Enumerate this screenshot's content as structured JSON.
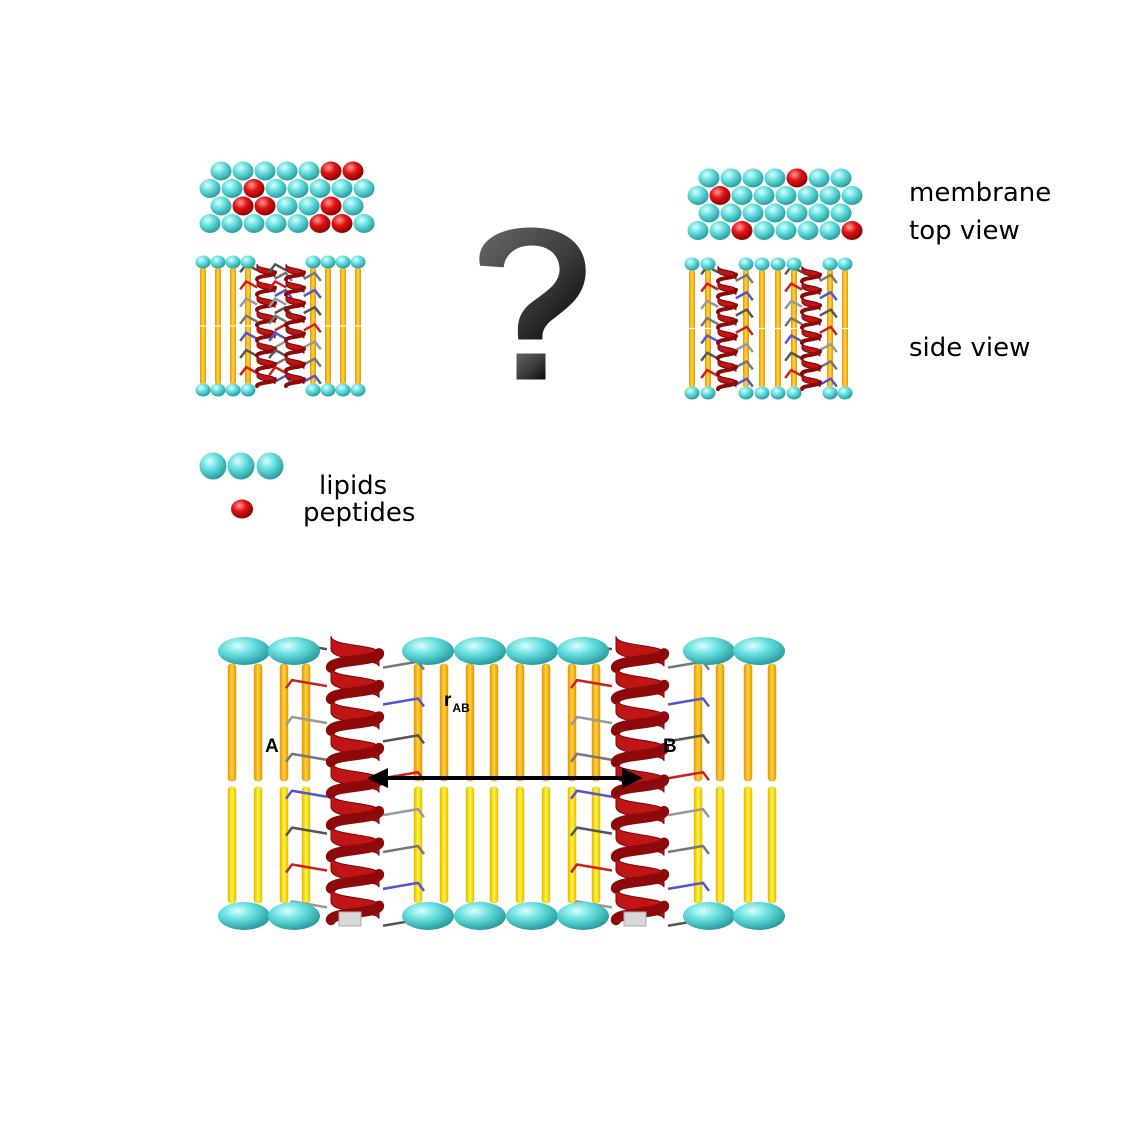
{
  "labels": {
    "membrane": "membrane",
    "top_view": "top view",
    "side_view": "side view",
    "lipids": "lipids",
    "peptides": "peptides",
    "question": "?",
    "peptide_a": "A",
    "peptide_b": "B",
    "distance_main": "r",
    "distance_sub": "AB"
  },
  "colors": {
    "lipid_head": "#5fd7d7",
    "lipid_head_dark": "#2e9fa3",
    "peptide_top": "#d81010",
    "lipid_tail_orange": "#f5b800",
    "lipid_tail_yellow": "#f8ec00",
    "helix": "#c01515",
    "helix_dark": "#7a0606",
    "arrow": "#000000",
    "question_mark": "#3b3b3b"
  }
}
